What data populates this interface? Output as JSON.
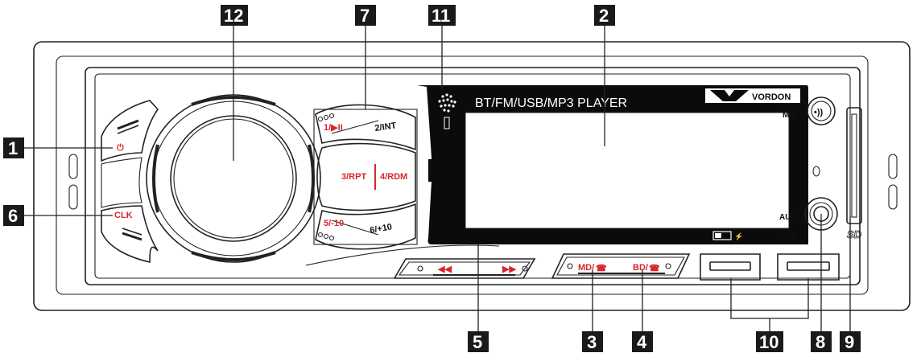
{
  "display": {
    "title": "BT/FM/USB/MP3 PLAYER",
    "brand": "VORDON"
  },
  "buttons": {
    "power": "⏻",
    "clk": "CLK",
    "preset1": "1/▶II",
    "preset2": "2/INT",
    "preset3": "3/RPT",
    "preset4": "4/RDM",
    "preset5": "5/-10",
    "preset6": "6/+10",
    "md": "MD/",
    "bd": "BD/"
  },
  "ports": {
    "mic": "MIC",
    "aux": "AUX",
    "usb": "USB",
    "sd": "SD"
  },
  "callouts": {
    "c1": "1",
    "c2": "2",
    "c3": "3",
    "c4": "4",
    "c5": "5",
    "c6": "6",
    "c7": "7",
    "c8": "8",
    "c9": "9",
    "c10": "10",
    "c11": "11",
    "c12": "12"
  },
  "colors": {
    "accent_red": "#d7262b",
    "display_black": "#0b0b0b",
    "callout_black": "#1a1a1a",
    "line": "#222222"
  },
  "icons": {
    "prev": "skip-back-icon",
    "next": "skip-forward-icon",
    "phone_answer": "phone-answer-icon",
    "phone_hangup": "phone-hangup-icon",
    "battery": "battery-icon",
    "speaker": "speaker-dots-icon"
  }
}
